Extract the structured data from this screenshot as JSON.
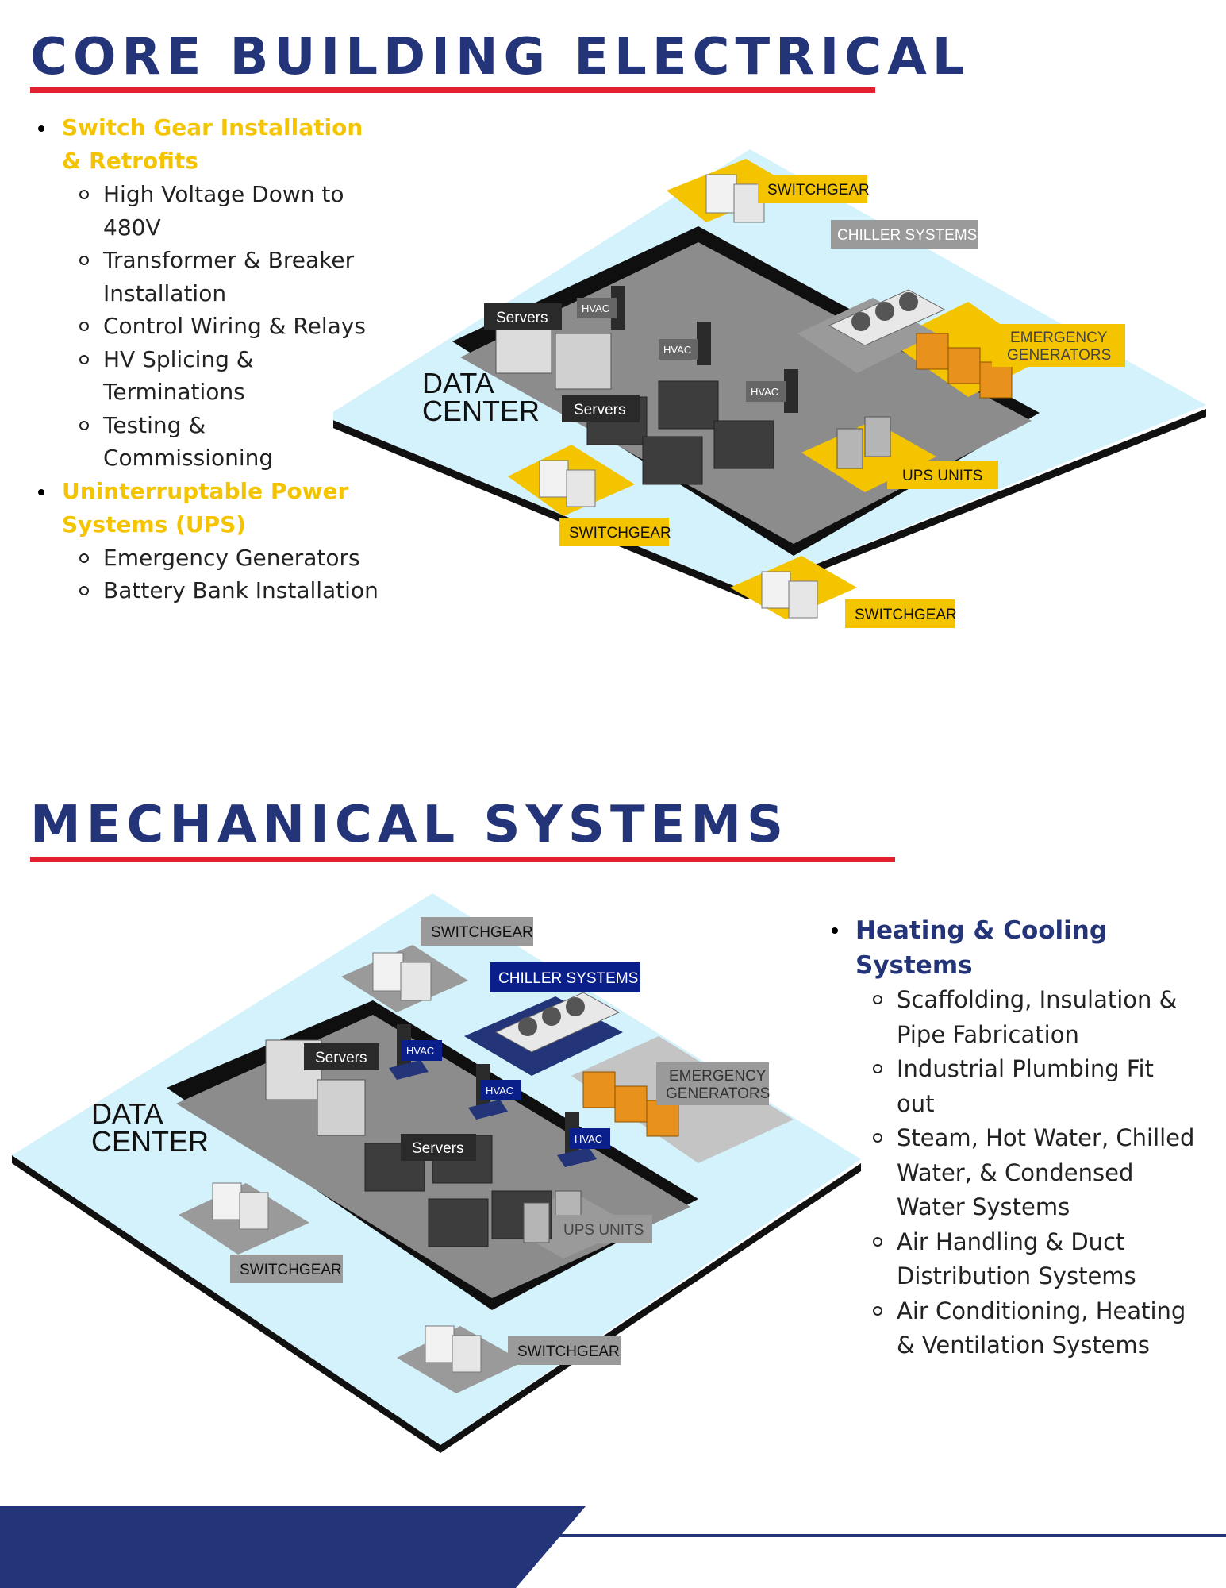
{
  "section1": {
    "title": "CORE BUILDING ELECTRICAL",
    "bullets": [
      {
        "title": "Switch Gear Installation & Retrofits",
        "items": [
          "High Voltage Down to 480V",
          "Transformer & Breaker Installation",
          "Control Wiring & Relays",
          "HV Splicing & Terminations",
          "Testing & Commissioning"
        ]
      },
      {
        "title": "Uninterruptable Power Systems (UPS)",
        "items": [
          "Emergency Generators",
          "Battery Bank Installation"
        ]
      }
    ],
    "diagram": {
      "center_label_line1": "DATA",
      "center_label_line2": "CENTER",
      "switchgear_top": "SWITCHGEAR",
      "chiller": "CHILLER SYSTEMS",
      "generators_line1": "EMERGENCY",
      "generators_line2": "GENERATORS",
      "servers_1": "Servers",
      "servers_2": "Servers",
      "hvac_1": "HVAC",
      "hvac_2": "HVAC",
      "hvac_3": "HVAC",
      "ups": "UPS UNITS",
      "switchgear_left": "SWITCHGEAR",
      "switchgear_bottom": "SWITCHGEAR"
    }
  },
  "section2": {
    "title": "MECHANICAL SYSTEMS",
    "bullets": [
      {
        "title": "Heating & Cooling Systems",
        "items": [
          "Scaffolding, Insulation & Pipe Fabrication",
          "Industrial Plumbing Fit out",
          "Steam, Hot Water, Chilled Water, & Condensed Water Systems",
          "Air Handling & Duct Distribution Systems",
          "Air Conditioning, Heating & Ventilation Systems"
        ]
      }
    ],
    "diagram": {
      "center_label_line1": "DATA",
      "center_label_line2": "CENTER",
      "switchgear_top": "SWITCHGEAR",
      "chiller": "CHILLER SYSTEMS",
      "generators_line1": "EMERGENCY",
      "generators_line2": "GENERATORS",
      "servers_1": "Servers",
      "servers_2": "Servers",
      "hvac_1": "HVAC",
      "hvac_2": "HVAC",
      "hvac_3": "HVAC",
      "ups": "UPS UNITS",
      "switchgear_left": "SWITCHGEAR",
      "switchgear_bottom": "SWITCHGEAR"
    }
  },
  "colors": {
    "navy": "#233479",
    "red": "#e3202e",
    "yellow": "#f5c400",
    "floor": "#d4f2fb",
    "gray": "#9a9a9a"
  }
}
